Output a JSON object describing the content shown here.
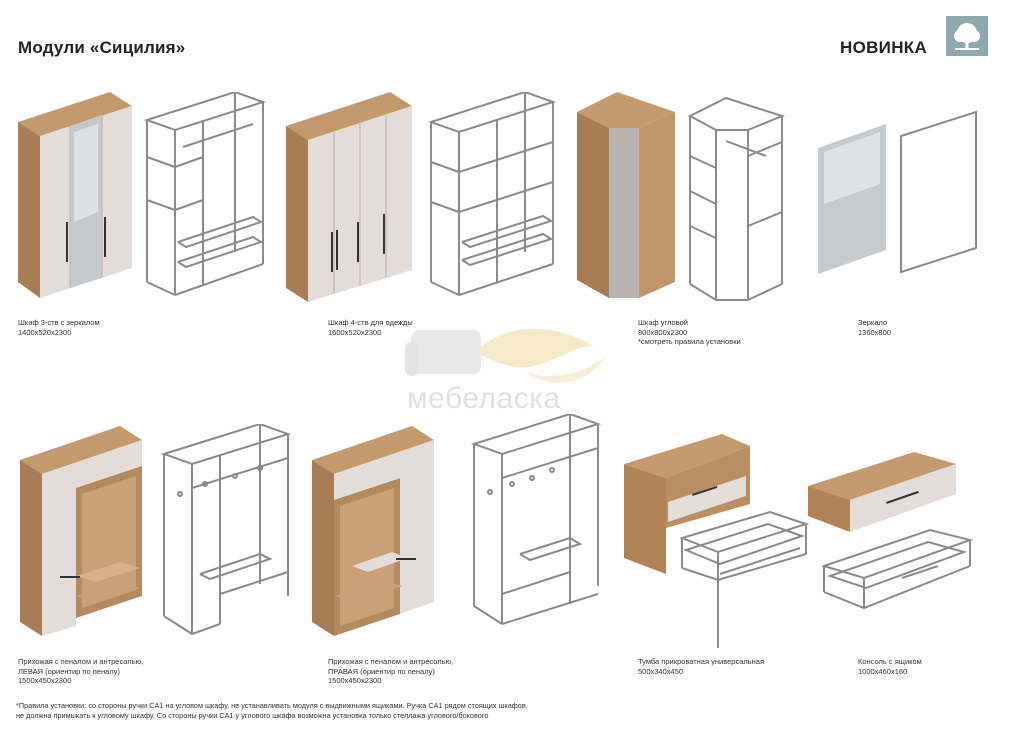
{
  "header": {
    "title": "Модули «Сицилия»",
    "badge": "НОВИНКА"
  },
  "logo": {
    "icon": "tree-logo-icon",
    "color": "#8fa8ad"
  },
  "watermark": {
    "text": "мебеласка"
  },
  "products": [
    {
      "name": "Шкаф 3-ств с зеркалом",
      "line2": "",
      "size": "1400х520х2300",
      "note": ""
    },
    {
      "name": "Шкаф 4-ств для одежды",
      "line2": "",
      "size": "1600х520х2300",
      "note": ""
    },
    {
      "name": "Шкаф угловой",
      "line2": "",
      "size": "800х800х2300",
      "note": "*смотреть правила установки"
    },
    {
      "name": "Зеркало",
      "line2": "",
      "size": "1360х800",
      "note": ""
    },
    {
      "name": "Прихожая с пеналом и антресолью,",
      "line2": "ЛЕВАЯ (ориентир по пеналу)",
      "size": "1500х450х2300",
      "note": ""
    },
    {
      "name": "Прихожая с пеналом и антресолью,",
      "line2": "ПРАВАЯ (ориентир по пеналу)",
      "size": "1500х450х2300",
      "note": ""
    },
    {
      "name": "Тумба прикроватная универсальная",
      "line2": "",
      "size": "500х340х450",
      "note": ""
    },
    {
      "name": "Консоль с ящиком",
      "line2": "",
      "size": "1000х460х160",
      "note": ""
    }
  ],
  "footnote": {
    "line1": "*Правила установки: со стороны ручки CA1 на угловом шкафу, не устанавливать модуля с выдвижными ящиками. Ручка CA1 рядом стоящих шкафов,",
    "line2": "не должна примыкать к угловому шкафу. Со стороны ручки CA1 у углового шкафа возможна установка только стеллажа углового/бокового"
  },
  "colors": {
    "wood": "#b98e62",
    "woodDark": "#9a7350",
    "panel": "#e6dfdc",
    "frame": "#8a8a8a",
    "mirror": "#c7ccd0"
  }
}
